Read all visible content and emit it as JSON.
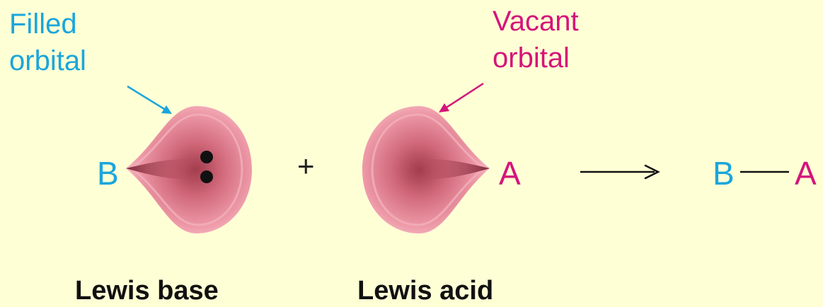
{
  "colors": {
    "base": "#1aa6dc",
    "acid": "#d4157a",
    "background": "#ffffd6",
    "orbital_light": "#f6c2cc",
    "orbital_mid": "#e6808f",
    "orbital_dark": "#8c2f3c"
  },
  "base_callout": {
    "line1": "Filled",
    "line2": "orbital"
  },
  "acid_callout": {
    "line1": "Vacant",
    "line2": "orbital"
  },
  "reactants": {
    "base_atom": "B",
    "plus": "+",
    "acid_atom": "A"
  },
  "product": {
    "base_atom": "B",
    "acid_atom": "A"
  },
  "captions": {
    "base": "Lewis base",
    "acid": "Lewis acid"
  }
}
